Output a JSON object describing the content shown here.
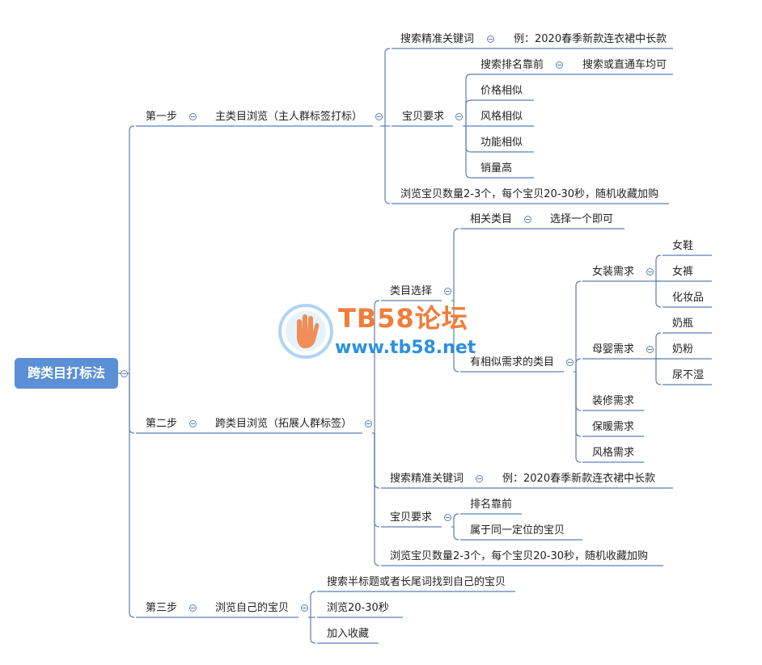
{
  "mindmap": {
    "root": "跨类目打标法",
    "nodes": {
      "step1": "第一步",
      "step1_main": "主类目浏览（主人群标签打标）",
      "s1_kw": "搜索精准关键词",
      "s1_kw_ex": "例：2020春季新款连衣裙中长款",
      "s1_req": "宝贝要求",
      "s1_rank": "搜索排名靠前",
      "s1_rank_note": "搜索或直通车均可",
      "s1_price": "价格相似",
      "s1_style": "风格相似",
      "s1_func": "功能相似",
      "s1_sales": "销量高",
      "s1_browse": "浏览宝贝数量2-3个，每个宝贝20-30秒，随机收藏加购",
      "step2": "第二步",
      "step2_main": "跨类目浏览（拓展人群标签）",
      "s2_cat": "类目选择",
      "s2_rel": "相关类目",
      "s2_rel_note": "选择一个即可",
      "s2_sim": "有相似需求的类目",
      "s2_women": "女装需求",
      "s2_shoes": "女鞋",
      "s2_pants": "女裤",
      "s2_cosm": "化妆品",
      "s2_baby": "母婴需求",
      "s2_bottle": "奶瓶",
      "s2_milk": "奶粉",
      "s2_diaper": "尿不湿",
      "s2_deco": "装修需求",
      "s2_warm": "保暖需求",
      "s2_style": "风格需求",
      "s2_kw": "搜索精准关键词",
      "s2_kw_ex": "例：2020春季新款连衣裙中长款",
      "s2_req": "宝贝要求",
      "s2_rank": "排名靠前",
      "s2_same": "属于同一定位的宝贝",
      "s2_browse": "浏览宝贝数量2-3个，每个宝贝20-30秒，随机收藏加购",
      "step3": "第三步",
      "step3_main": "浏览自己的宝贝",
      "s3_search": "搜索半标题或者长尾词找到自己的宝贝",
      "s3_time": "浏览20-30秒",
      "s3_fav": "加入收藏"
    }
  },
  "watermark": {
    "title": "TB58论坛",
    "url": "www.tb58.net"
  },
  "colors": {
    "line": "#5b7fb5",
    "root": "#5b8fd6",
    "watermark_orange": "#f07d3a",
    "watermark_blue": "#2d8fe0"
  }
}
